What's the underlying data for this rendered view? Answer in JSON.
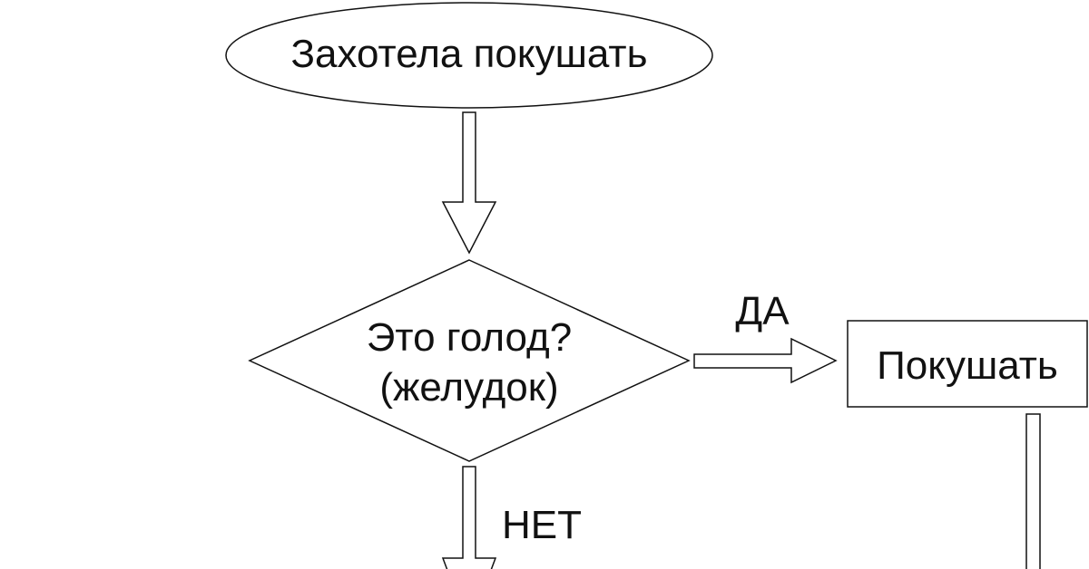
{
  "diagram": {
    "nodes": {
      "start": {
        "label": "Захотела покушать"
      },
      "decision": {
        "line1": "Это голод?",
        "line2": "(желудок)"
      },
      "action": {
        "label": "Покушать"
      }
    },
    "edges": {
      "yes": {
        "label": "ДА"
      },
      "no": {
        "label": "НЕТ"
      }
    }
  }
}
